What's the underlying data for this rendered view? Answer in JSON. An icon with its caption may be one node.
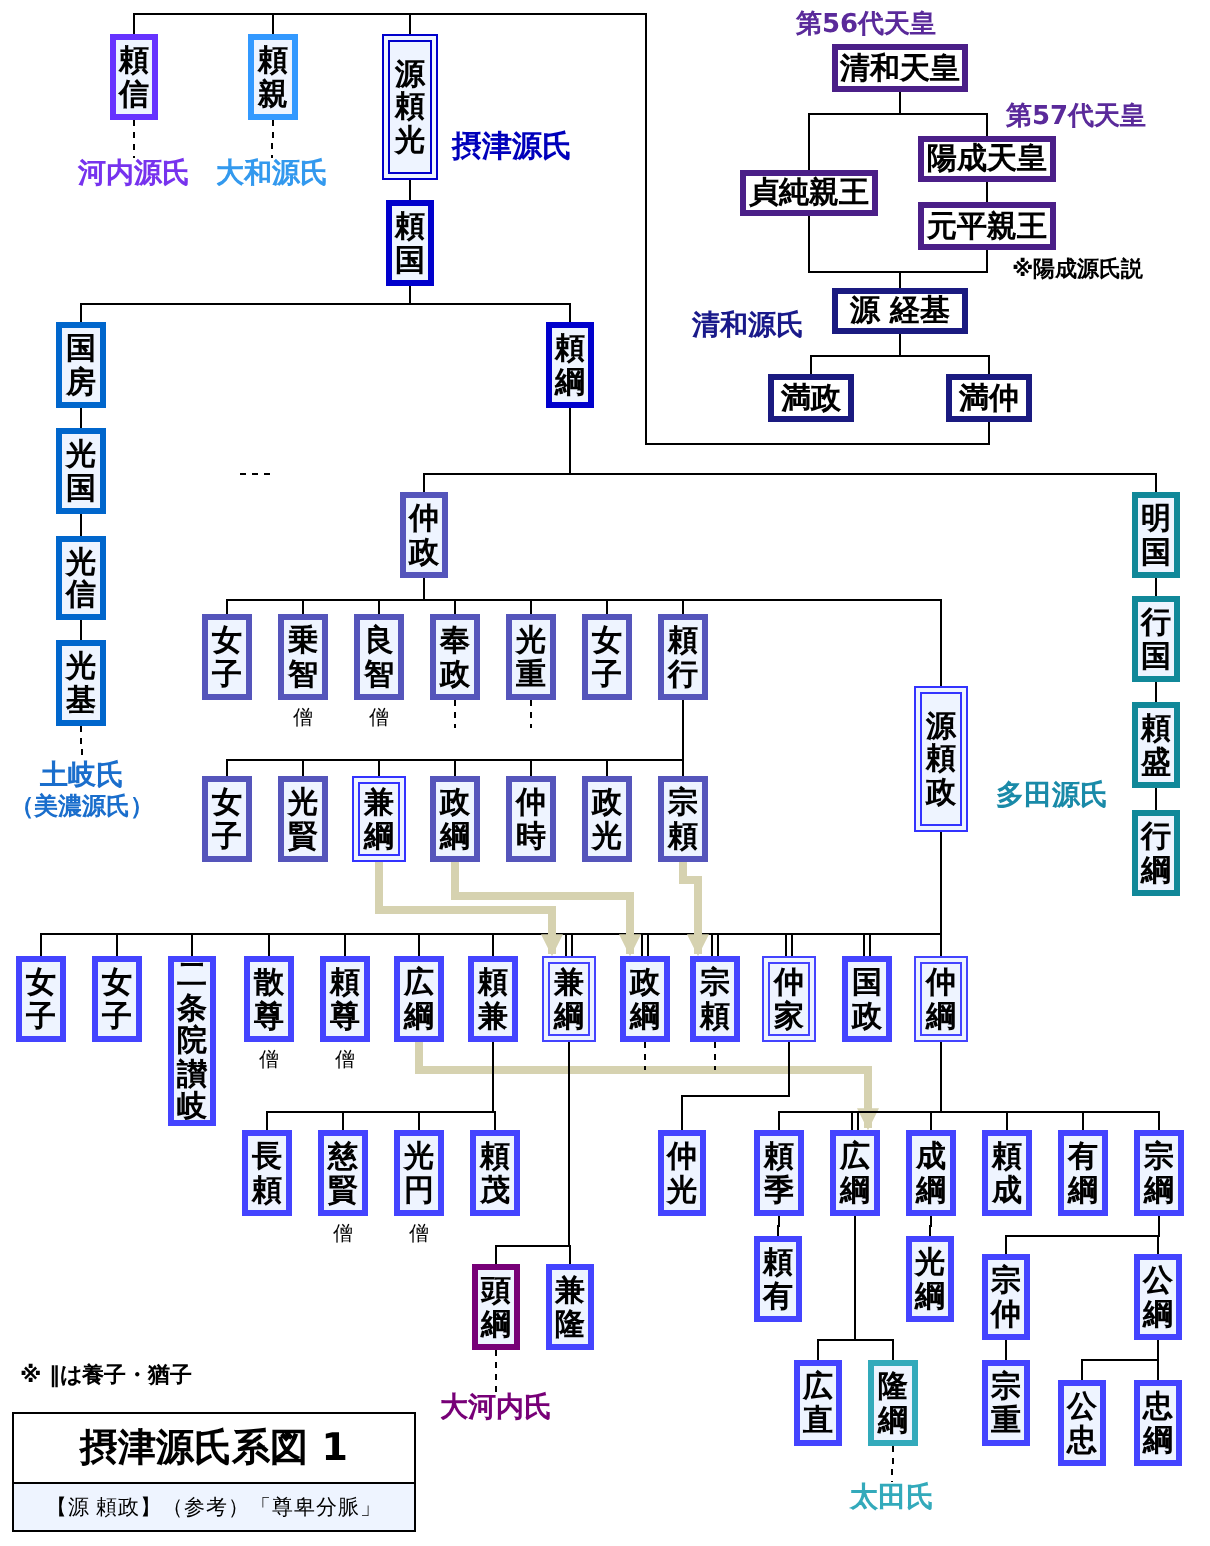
{
  "diagram": {
    "title": "摂津源氏系図 1",
    "nodes": [
      {
        "text": [
          "清和天皇"
        ]
      },
      {
        "text": [
          "陽成天皇"
        ]
      },
      {
        "text": [
          "貞純親王"
        ]
      },
      {
        "text": [
          "元平親王"
        ]
      },
      {
        "text": [
          "源 経基"
        ]
      },
      {
        "text": [
          "満政"
        ]
      },
      {
        "text": [
          "満仲"
        ]
      },
      {
        "text": [
          "頼信"
        ]
      },
      {
        "text": [
          "頼親"
        ]
      },
      {
        "text": [
          "源頼光"
        ]
      },
      {
        "text": [
          "河内源氏"
        ]
      },
      {
        "text": [
          "大和源氏"
        ]
      },
      {
        "text": [
          "頼国"
        ]
      },
      {
        "text": [
          "国房"
        ]
      },
      {
        "text": [
          "頼綱"
        ]
      },
      {
        "text": [
          "光国"
        ]
      },
      {
        "text": [
          "光信"
        ]
      },
      {
        "text": [
          "光基"
        ]
      },
      {
        "text": [
          "土岐氏",
          "（美濃源氏）"
        ]
      },
      {
        "text": [
          "仲政"
        ]
      },
      {
        "text": [
          "明国"
        ]
      },
      {
        "text": [
          "行国"
        ]
      },
      {
        "text": [
          "頼盛"
        ]
      },
      {
        "text": [
          "行綱"
        ]
      },
      {
        "text": [
          "女子"
        ]
      },
      {
        "text": [
          "乗智"
        ],
        "beside": [
          "僧"
        ]
      },
      {
        "text": [
          "良智"
        ],
        "beside": [
          "僧"
        ]
      },
      {
        "text": [
          "奉政"
        ]
      },
      {
        "text": [
          "光重"
        ]
      },
      {
        "text": [
          "女子"
        ]
      },
      {
        "text": [
          "頼行"
        ]
      },
      {
        "text": [
          "源頼政"
        ]
      },
      {
        "text": [
          "女子"
        ]
      },
      {
        "text": [
          "光賢"
        ]
      },
      {
        "text": [
          "兼綱"
        ]
      },
      {
        "text": [
          "政綱"
        ]
      },
      {
        "text": [
          "仲時"
        ]
      },
      {
        "text": [
          "政光"
        ]
      },
      {
        "text": [
          "宗頼"
        ]
      },
      {
        "text": [
          "女子"
        ]
      },
      {
        "text": [
          "女子"
        ]
      },
      {
        "text": [
          "二条院讃岐"
        ]
      },
      {
        "text": [
          "散尊"
        ],
        "beside": [
          "僧"
        ]
      },
      {
        "text": [
          "頼尊"
        ],
        "beside": [
          "僧"
        ]
      },
      {
        "text": [
          "広綱"
        ]
      },
      {
        "text": [
          "頼兼"
        ]
      },
      {
        "text": [
          "兼綱"
        ]
      },
      {
        "text": [
          "政綱"
        ]
      },
      {
        "text": [
          "宗頼"
        ]
      },
      {
        "text": [
          "仲家"
        ]
      },
      {
        "text": [
          "国政"
        ]
      },
      {
        "text": [
          "仲綱"
        ]
      },
      {
        "text": [
          "長頼"
        ]
      },
      {
        "text": [
          "慈賢"
        ],
        "beside": [
          "僧"
        ]
      },
      {
        "text": [
          "光円"
        ],
        "beside": [
          "僧"
        ]
      },
      {
        "text": [
          "頼茂"
        ]
      },
      {
        "text": [
          "仲光"
        ]
      },
      {
        "text": [
          "頼季"
        ]
      },
      {
        "text": [
          "広綱"
        ]
      },
      {
        "text": [
          "成綱"
        ]
      },
      {
        "text": [
          "頼成"
        ]
      },
      {
        "text": [
          "有綱"
        ]
      },
      {
        "text": [
          "宗綱"
        ]
      },
      {
        "text": [
          "頼有"
        ]
      },
      {
        "text": [
          "光綱"
        ]
      },
      {
        "text": [
          "宗仲"
        ]
      },
      {
        "text": [
          "公綱"
        ]
      },
      {
        "text": [
          "頭綱"
        ]
      },
      {
        "text": [
          "兼隆"
        ]
      },
      {
        "text": [
          "宗重"
        ]
      },
      {
        "text": [
          "公忠"
        ]
      },
      {
        "text": [
          "忠綱"
        ]
      },
      {
        "text": [
          "広直"
        ]
      },
      {
        "text": [
          "隆綱"
        ]
      },
      {
        "text": [
          "大河内氏"
        ]
      },
      {
        "text": [
          "太田氏"
        ]
      }
    ],
    "edges": [
      {
        "from": 0,
        "to": 2,
        "arrow": "none"
      },
      {
        "from": 0,
        "to": 1,
        "arrow": "none"
      },
      {
        "from": 1,
        "to": 3,
        "arrow": "none"
      },
      {
        "from": 2,
        "to": 4,
        "arrow": "none"
      },
      {
        "from": 3,
        "to": 4,
        "arrow": "none"
      },
      {
        "from": 4,
        "to": 5,
        "arrow": "none"
      },
      {
        "from": 4,
        "to": 6,
        "arrow": "none"
      },
      {
        "from": 6,
        "to": 7,
        "arrow": "none"
      },
      {
        "from": 6,
        "to": 8,
        "arrow": "none"
      },
      {
        "from": 6,
        "to": 9,
        "arrow": "none"
      },
      {
        "from": 7,
        "to": 10,
        "arrow": "none",
        "style": "dashed"
      },
      {
        "from": 8,
        "to": 11,
        "arrow": "none",
        "style": "dashed"
      },
      {
        "from": 9,
        "to": 12,
        "arrow": "none"
      },
      {
        "from": 12,
        "to": 13,
        "arrow": "none"
      },
      {
        "from": 12,
        "to": 14,
        "arrow": "none"
      },
      {
        "from": 13,
        "to": 15,
        "arrow": "none"
      },
      {
        "from": 15,
        "to": 16,
        "arrow": "none"
      },
      {
        "from": 16,
        "to": 17,
        "arrow": "none"
      },
      {
        "from": 17,
        "to": 18,
        "arrow": "none",
        "style": "dashed"
      },
      {
        "from": 14,
        "to": 19,
        "arrow": "none"
      },
      {
        "from": 14,
        "to": 20,
        "arrow": "none"
      },
      {
        "from": 20,
        "to": 21,
        "arrow": "none"
      },
      {
        "from": 21,
        "to": 22,
        "arrow": "none"
      },
      {
        "from": 22,
        "to": 23,
        "arrow": "none"
      },
      {
        "from": 19,
        "to": 24,
        "arrow": "none"
      },
      {
        "from": 19,
        "to": 25,
        "arrow": "none"
      },
      {
        "from": 19,
        "to": 26,
        "arrow": "none"
      },
      {
        "from": 19,
        "to": 27,
        "arrow": "none"
      },
      {
        "from": 19,
        "to": 28,
        "arrow": "none"
      },
      {
        "from": 19,
        "to": 29,
        "arrow": "none"
      },
      {
        "from": 19,
        "to": 30,
        "arrow": "none"
      },
      {
        "from": 19,
        "to": 31,
        "arrow": "none"
      },
      {
        "from": 27,
        "to": null,
        "arrow": "none",
        "style": "dashed"
      },
      {
        "from": 28,
        "to": null,
        "arrow": "none",
        "style": "dashed"
      },
      {
        "from": 30,
        "to": 32,
        "arrow": "none"
      },
      {
        "from": 30,
        "to": 33,
        "arrow": "none"
      },
      {
        "from": 30,
        "to": 34,
        "arrow": "none"
      },
      {
        "from": 30,
        "to": 35,
        "arrow": "none"
      },
      {
        "from": 30,
        "to": 36,
        "arrow": "none"
      },
      {
        "from": 30,
        "to": 37,
        "arrow": "none"
      },
      {
        "from": 30,
        "to": 38,
        "arrow": "none"
      },
      {
        "from": 31,
        "to": 39,
        "arrow": "none"
      },
      {
        "from": 31,
        "to": 40,
        "arrow": "none"
      },
      {
        "from": 31,
        "to": 41,
        "arrow": "none"
      },
      {
        "from": 31,
        "to": 42,
        "arrow": "none"
      },
      {
        "from": 31,
        "to": 43,
        "arrow": "none"
      },
      {
        "from": 31,
        "to": 44,
        "arrow": "none"
      },
      {
        "from": 31,
        "to": 45,
        "arrow": "none"
      },
      {
        "from": 31,
        "to": 46,
        "arrow": "none"
      },
      {
        "from": 31,
        "to": 47,
        "arrow": "none"
      },
      {
        "from": 31,
        "to": 48,
        "arrow": "none"
      },
      {
        "from": 31,
        "to": 49,
        "arrow": "none"
      },
      {
        "from": 31,
        "to": 50,
        "arrow": "none"
      },
      {
        "from": 31,
        "to": 51,
        "arrow": "none"
      },
      {
        "from": 34,
        "to": 46,
        "arrow": "to",
        "style": "thick",
        "color": "#d6d2b0"
      },
      {
        "from": 35,
        "to": 47,
        "arrow": "to",
        "style": "thick",
        "color": "#d6d2b0"
      },
      {
        "from": 38,
        "to": 48,
        "arrow": "to",
        "style": "thick",
        "color": "#d6d2b0"
      },
      {
        "from": 44,
        "to": 58,
        "arrow": "to",
        "style": "thick",
        "color": "#d6d2b0"
      },
      {
        "from": 47,
        "to": null,
        "arrow": "none",
        "style": "dashed"
      },
      {
        "from": 48,
        "to": null,
        "arrow": "none",
        "style": "dashed"
      },
      {
        "from": 45,
        "to": 52,
        "arrow": "none"
      },
      {
        "from": 45,
        "to": 53,
        "arrow": "none"
      },
      {
        "from": 45,
        "to": 54,
        "arrow": "none"
      },
      {
        "from": 45,
        "to": 55,
        "arrow": "none"
      },
      {
        "from": 46,
        "to": 67,
        "arrow": "none"
      },
      {
        "from": 46,
        "to": 68,
        "arrow": "none"
      },
      {
        "from": 49,
        "to": 56,
        "arrow": "none"
      },
      {
        "from": 51,
        "to": 57,
        "arrow": "none"
      },
      {
        "from": 51,
        "to": 58,
        "arrow": "none"
      },
      {
        "from": 51,
        "to": 59,
        "arrow": "none"
      },
      {
        "from": 51,
        "to": 60,
        "arrow": "none"
      },
      {
        "from": 51,
        "to": 61,
        "arrow": "none"
      },
      {
        "from": 51,
        "to": 62,
        "arrow": "none"
      },
      {
        "from": 57,
        "to": 63,
        "arrow": "none"
      },
      {
        "from": 59,
        "to": 64,
        "arrow": "none"
      },
      {
        "from": 62,
        "to": 65,
        "arrow": "none"
      },
      {
        "from": 62,
        "to": 66,
        "arrow": "none"
      },
      {
        "from": 65,
        "to": 69,
        "arrow": "none"
      },
      {
        "from": 66,
        "to": 70,
        "arrow": "none"
      },
      {
        "from": 66,
        "to": 71,
        "arrow": "none"
      },
      {
        "from": 58,
        "to": 72,
        "arrow": "none"
      },
      {
        "from": 58,
        "to": 73,
        "arrow": "none"
      },
      {
        "from": 67,
        "to": 74,
        "arrow": "none",
        "style": "dashed"
      },
      {
        "from": 73,
        "to": 75,
        "arrow": "none",
        "style": "dashed"
      }
    ],
    "labels": [
      "第56代天皇",
      "第57代天皇",
      "※陽成源氏説",
      "清和源氏",
      "摂津源氏",
      "多田源氏",
      "※ ‖は養子・猶子",
      "【源 頼政】（参考）「尊卑分脈」"
    ]
  }
}
